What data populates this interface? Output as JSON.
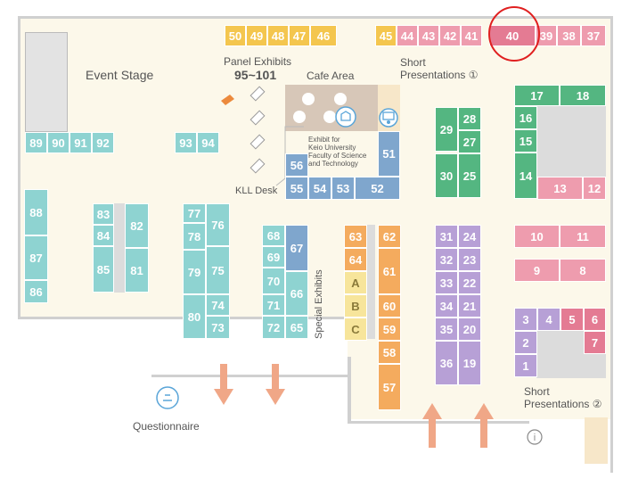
{
  "labels": {
    "event_stage": "Event Stage",
    "panel_exhibits": "Panel Exhibits",
    "panel_range": "95~101",
    "cafe_area": "Cafe Area",
    "short_pres_1": "Short\nPresentations ①",
    "short_pres_2": "Short\nPresentations ②",
    "kll_desk": "KLL Desk",
    "keio_exhibit": "Exhibit for\nKeio University\nFaculty of Science\nand Technology",
    "special_exhibits": "Special Exhibits",
    "questionnaire": "Questionnaire"
  },
  "booths": [
    {
      "id": "50",
      "c": "yellow"
    },
    {
      "id": "49",
      "c": "yellow"
    },
    {
      "id": "48",
      "c": "yellow"
    },
    {
      "id": "47",
      "c": "yellow"
    },
    {
      "id": "46",
      "c": "yellow"
    },
    {
      "id": "45",
      "c": "yellow"
    },
    {
      "id": "44",
      "c": "pink"
    },
    {
      "id": "43",
      "c": "pink"
    },
    {
      "id": "42",
      "c": "pink"
    },
    {
      "id": "41",
      "c": "pink"
    },
    {
      "id": "40",
      "c": "pink-d"
    },
    {
      "id": "39",
      "c": "pink"
    },
    {
      "id": "38",
      "c": "pink"
    },
    {
      "id": "37",
      "c": "pink"
    },
    {
      "id": "89",
      "c": "teal"
    },
    {
      "id": "90",
      "c": "teal"
    },
    {
      "id": "91",
      "c": "teal"
    },
    {
      "id": "92",
      "c": "teal"
    },
    {
      "id": "93",
      "c": "teal"
    },
    {
      "id": "94",
      "c": "teal"
    },
    {
      "id": "88",
      "c": "teal"
    },
    {
      "id": "87",
      "c": "teal"
    },
    {
      "id": "86",
      "c": "teal"
    },
    {
      "id": "83",
      "c": "teal"
    },
    {
      "id": "84",
      "c": "teal"
    },
    {
      "id": "85",
      "c": "teal"
    },
    {
      "id": "82",
      "c": "teal"
    },
    {
      "id": "81",
      "c": "teal"
    },
    {
      "id": "77",
      "c": "teal"
    },
    {
      "id": "78",
      "c": "teal"
    },
    {
      "id": "79",
      "c": "teal"
    },
    {
      "id": "80",
      "c": "teal"
    },
    {
      "id": "76",
      "c": "teal"
    },
    {
      "id": "75",
      "c": "teal"
    },
    {
      "id": "74",
      "c": "teal"
    },
    {
      "id": "73",
      "c": "teal"
    },
    {
      "id": "68",
      "c": "teal"
    },
    {
      "id": "69",
      "c": "teal"
    },
    {
      "id": "70",
      "c": "teal"
    },
    {
      "id": "71",
      "c": "teal"
    },
    {
      "id": "72",
      "c": "teal"
    },
    {
      "id": "67",
      "c": "blue"
    },
    {
      "id": "66",
      "c": "teal"
    },
    {
      "id": "65",
      "c": "teal"
    },
    {
      "id": "56",
      "c": "blue"
    },
    {
      "id": "55",
      "c": "blue"
    },
    {
      "id": "54",
      "c": "blue"
    },
    {
      "id": "53",
      "c": "blue"
    },
    {
      "id": "52",
      "c": "blue"
    },
    {
      "id": "51",
      "c": "blue"
    },
    {
      "id": "63",
      "c": "orange"
    },
    {
      "id": "64",
      "c": "orange"
    },
    {
      "id": "A",
      "c": "lyellow"
    },
    {
      "id": "B",
      "c": "lyellow"
    },
    {
      "id": "C",
      "c": "lyellow"
    },
    {
      "id": "62",
      "c": "orange"
    },
    {
      "id": "61",
      "c": "orange"
    },
    {
      "id": "60",
      "c": "orange"
    },
    {
      "id": "59",
      "c": "orange"
    },
    {
      "id": "58",
      "c": "orange"
    },
    {
      "id": "57",
      "c": "orange"
    },
    {
      "id": "29",
      "c": "green"
    },
    {
      "id": "28",
      "c": "green"
    },
    {
      "id": "27",
      "c": "green"
    },
    {
      "id": "30",
      "c": "green"
    },
    {
      "id": "25",
      "c": "green"
    },
    {
      "id": "31",
      "c": "purple"
    },
    {
      "id": "24",
      "c": "purple"
    },
    {
      "id": "32",
      "c": "purple"
    },
    {
      "id": "23",
      "c": "purple"
    },
    {
      "id": "33",
      "c": "purple"
    },
    {
      "id": "22",
      "c": "purple"
    },
    {
      "id": "34",
      "c": "purple"
    },
    {
      "id": "21",
      "c": "purple"
    },
    {
      "id": "35",
      "c": "purple"
    },
    {
      "id": "20",
      "c": "purple"
    },
    {
      "id": "36",
      "c": "purple"
    },
    {
      "id": "19",
      "c": "purple"
    },
    {
      "id": "17",
      "c": "green"
    },
    {
      "id": "18",
      "c": "green"
    },
    {
      "id": "16",
      "c": "green"
    },
    {
      "id": "15",
      "c": "green"
    },
    {
      "id": "14",
      "c": "green"
    },
    {
      "id": "13",
      "c": "pink"
    },
    {
      "id": "12",
      "c": "pink"
    },
    {
      "id": "10",
      "c": "pink"
    },
    {
      "id": "11",
      "c": "pink"
    },
    {
      "id": "9",
      "c": "pink"
    },
    {
      "id": "8",
      "c": "pink"
    },
    {
      "id": "3",
      "c": "purple"
    },
    {
      "id": "4",
      "c": "purple"
    },
    {
      "id": "5",
      "c": "pink-d"
    },
    {
      "id": "6",
      "c": "pink-d"
    },
    {
      "id": "2",
      "c": "purple"
    },
    {
      "id": "7",
      "c": "pink-d"
    },
    {
      "id": "1",
      "c": "purple"
    }
  ],
  "highlight": {
    "booth": "40",
    "color": "#e02020"
  }
}
